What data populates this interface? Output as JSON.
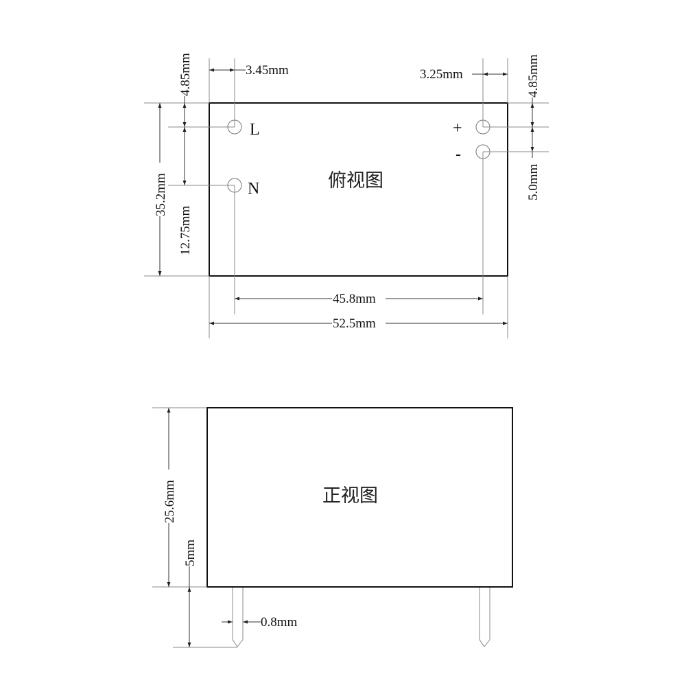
{
  "top_view": {
    "title": "俯视图",
    "pins": {
      "L": "L",
      "N": "N",
      "plus": "+",
      "minus": "-"
    },
    "dimensions": {
      "left_pin_offset_x": "3.45mm",
      "right_pin_offset_x": "3.25mm",
      "left_pin_offset_y": "4.85mm",
      "right_pin_offset_y": "4.85mm",
      "pin_spacing_LN": "12.75mm",
      "pin_spacing_plus_minus": "5.0mm",
      "body_depth": "35.2mm",
      "pin_span": "45.8mm",
      "body_length": "52.5mm"
    }
  },
  "front_view": {
    "title": "正视图",
    "dimensions": {
      "body_height": "25.6mm",
      "pin_length": "5mm",
      "pin_width": "0.8mm"
    }
  },
  "colors": {
    "outline": "#111111",
    "construction": "#8a8a8a",
    "text": "#111111"
  }
}
